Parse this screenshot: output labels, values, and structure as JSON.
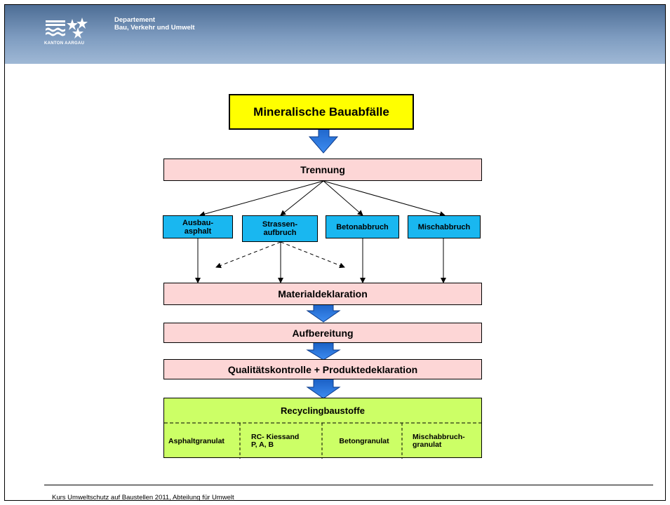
{
  "header": {
    "logo_text": "KANTON AARGAU",
    "department_line1": "Departement",
    "department_line2": "Bau, Verkehr und Umwelt"
  },
  "diagram": {
    "top": "Mineralische Bauabfälle",
    "separation": "Trennung",
    "categories": [
      {
        "line1": "Ausbau-",
        "line2": "asphalt"
      },
      {
        "line1": "Strassen-",
        "line2": "aufbruch"
      },
      {
        "line1": "Betonabbruch",
        "line2": ""
      },
      {
        "line1": "Mischabbruch",
        "line2": ""
      }
    ],
    "declaration": "Materialdeklaration",
    "processing": "Aufbereitung",
    "quality": "Qualitätskontrolle + Produktedeklaration",
    "recycling": {
      "title": "Recyclingbaustoffe",
      "products": [
        {
          "line1": "Asphaltgranulat",
          "line2": ""
        },
        {
          "line1": "RC- Kiessand",
          "line2": "P, A, B"
        },
        {
          "line1": "Betongranulat",
          "line2": ""
        },
        {
          "line1": "Mischabbruch-",
          "line2": "granulat"
        }
      ]
    },
    "colors": {
      "top_fill": "#ffff00",
      "stage_fill": "#fdd6d6",
      "category_fill": "#19b7f0",
      "recycling_fill": "#ccff66",
      "arrow_fill": "#1f6fd6"
    }
  },
  "footer": {
    "text": "Kurs Umweltschutz auf Baustellen 2011, Abteilung für Umwelt"
  }
}
